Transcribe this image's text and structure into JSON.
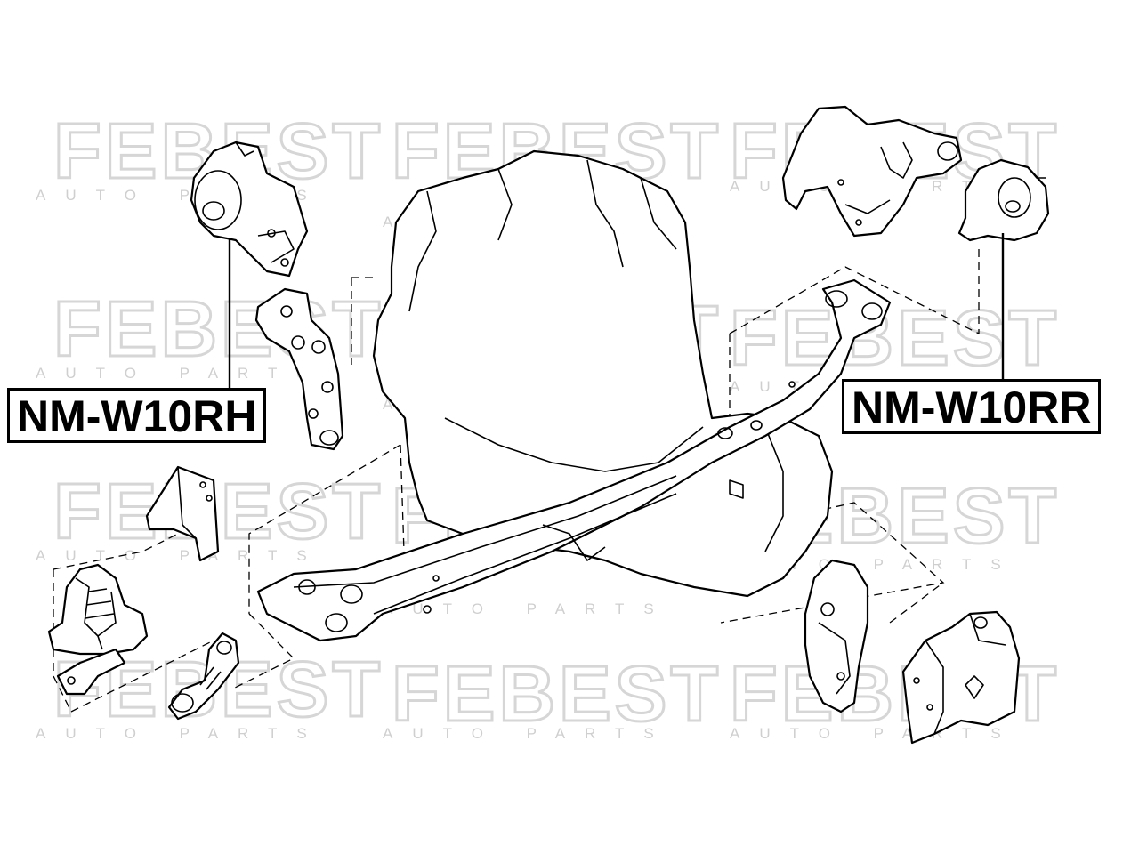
{
  "watermark": {
    "brand": "FEBEST",
    "sub": "AUTO PARTS",
    "color": "#d6d6d6"
  },
  "labels": {
    "left_part": "NM-W10RH",
    "right_part": "NM-W10RR"
  },
  "colors": {
    "line": "#000000",
    "background": "#ffffff"
  }
}
